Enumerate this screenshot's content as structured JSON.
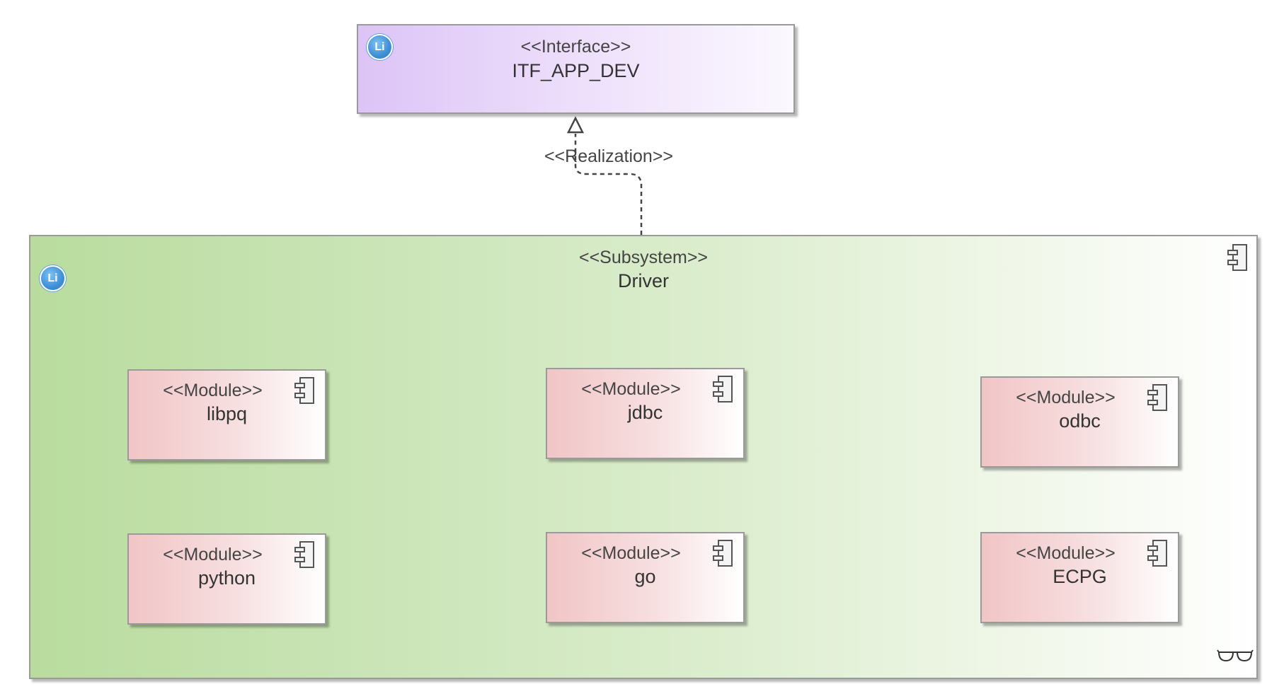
{
  "interface": {
    "stereotype": "<<Interface>>",
    "name": "ITF_APP_DEV",
    "badge": "Li"
  },
  "relation": {
    "label": "<<Realization>>"
  },
  "subsystem": {
    "stereotype": "<<Subsystem>>",
    "name": "Driver",
    "badge": "Li"
  },
  "modules": [
    {
      "stereotype": "<<Module>>",
      "name": "libpq"
    },
    {
      "stereotype": "<<Module>>",
      "name": "jdbc"
    },
    {
      "stereotype": "<<Module>>",
      "name": "odbc"
    },
    {
      "stereotype": "<<Module>>",
      "name": "python"
    },
    {
      "stereotype": "<<Module>>",
      "name": "go"
    },
    {
      "stereotype": "<<Module>>",
      "name": "ECPG"
    }
  ],
  "icons": {
    "component": "component-icon",
    "badge": "li-badge-icon",
    "glasses": "glasses-icon"
  },
  "colors": {
    "interface_fill": "#dcc4f6",
    "subsystem_fill": "#b9dc9e",
    "module_fill": "#f1c5c6",
    "badge": "#3f8fd6"
  }
}
